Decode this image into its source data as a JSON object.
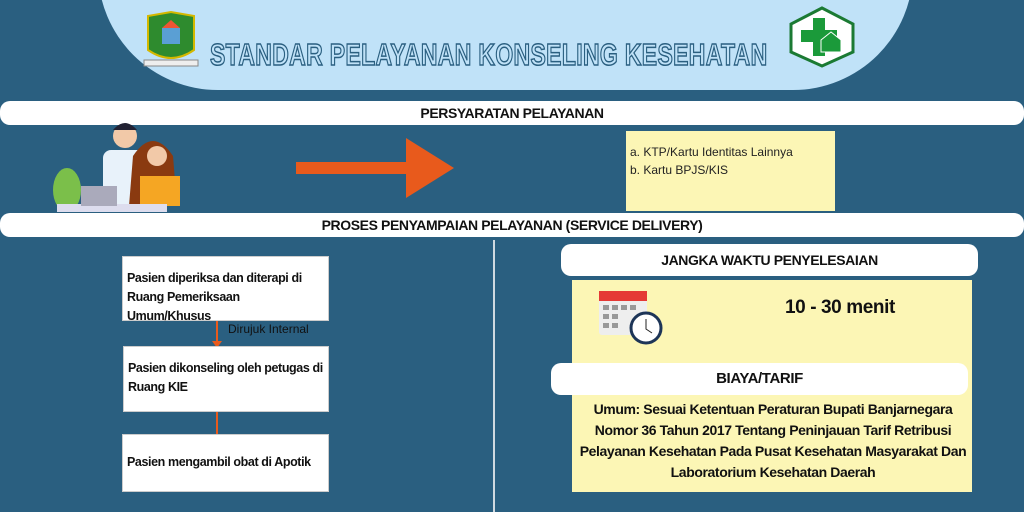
{
  "header": {
    "title": "STANDAR PELAYANAN KONSELING KESEHATAN",
    "left_logo": "banjarnegara-regency-emblem",
    "right_logo": "puskesmas-logo"
  },
  "requirements": {
    "title": "PERSYARATAN PELAYANAN",
    "items": [
      "a. KTP/Kartu Identitas Lainnya",
      "b. Kartu BPJS/KIS"
    ]
  },
  "service_delivery": {
    "title": "PROSES PENYAMPAIAN PELAYANAN (SERVICE DELIVERY)",
    "steps": [
      "Pasien diperiksa dan diterapi di Ruang Pemeriksaan Umum/Khusus",
      "Pasien dikonseling oleh petugas di Ruang KIE",
      "Pasien mengambil obat di Apotik"
    ],
    "arrow_label": "Dirujuk Internal"
  },
  "duration": {
    "title": "JANGKA WAKTU PENYELESAIAN",
    "value": "10 - 30 menit"
  },
  "fee": {
    "title": "BIAYA/TARIF",
    "text": "Umum: Sesuai Ketentuan Peraturan Bupati Banjarnegara Nomor 36 Tahun 2017 Tentang Peninjauan Tarif Retribusi Pelayanan Kesehatan Pada Pusat Kesehatan Masyarakat Dan Laboratorium Kesehatan Daerah"
  },
  "colors": {
    "background": "#2a5f80",
    "header": "#c0e2f8",
    "accent": "#e85a1c",
    "note": "#fcf6b5"
  }
}
